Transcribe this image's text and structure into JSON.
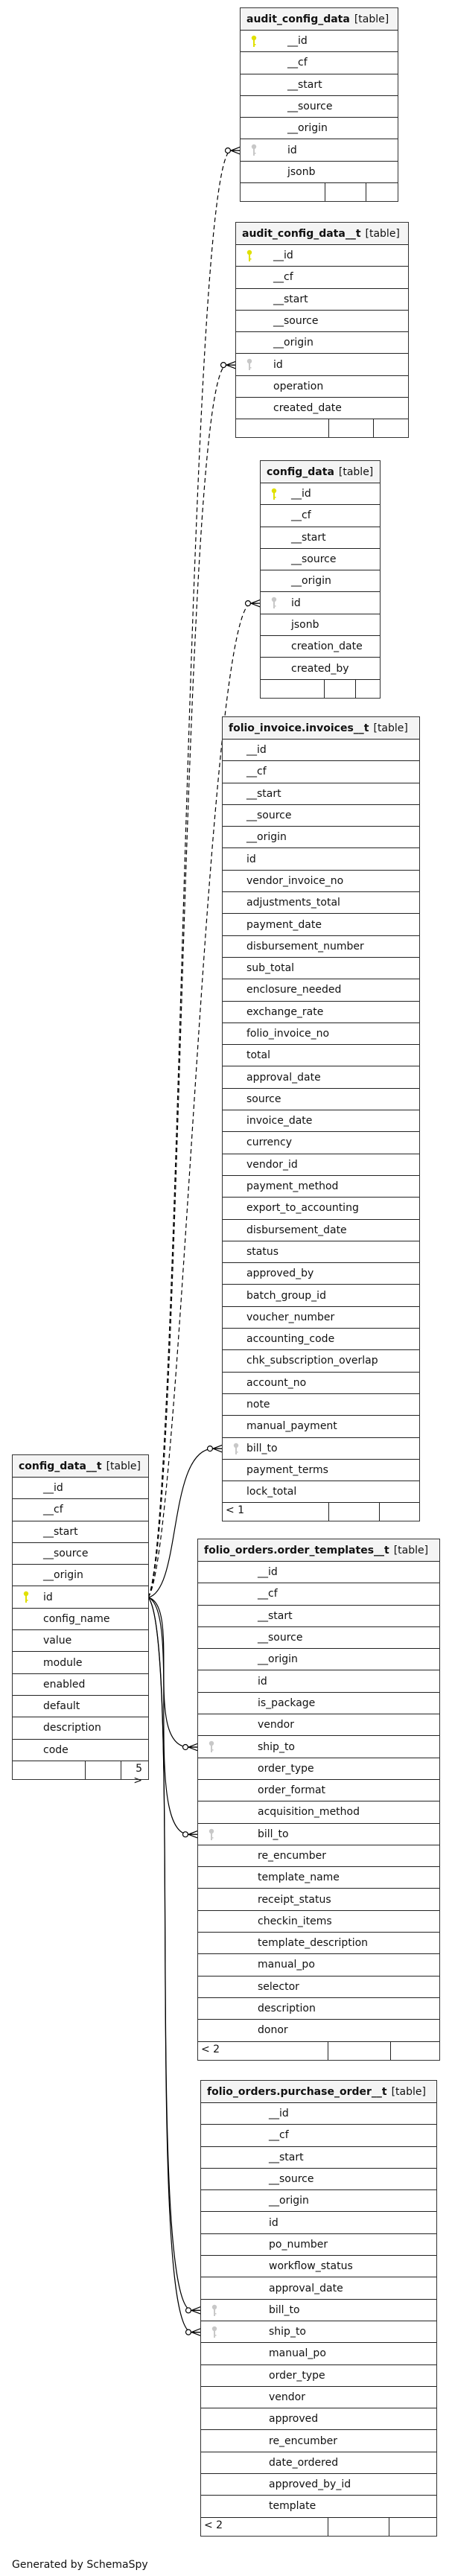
{
  "tables": [
    {
      "id": "t-audit",
      "name": "audit_config_data",
      "kind": "[table]",
      "columns": [
        {
          "name": "__id",
          "key": "pk"
        },
        {
          "name": "__cf"
        },
        {
          "name": "__start"
        },
        {
          "name": "__source"
        },
        {
          "name": "__origin"
        },
        {
          "name": "id",
          "key": "fk"
        },
        {
          "name": "jsonb"
        }
      ],
      "footer": [
        "",
        "",
        ""
      ]
    },
    {
      "id": "t-auditt",
      "name": "audit_config_data__t",
      "kind": "[table]",
      "columns": [
        {
          "name": "__id",
          "key": "pk"
        },
        {
          "name": "__cf"
        },
        {
          "name": "__start"
        },
        {
          "name": "__source"
        },
        {
          "name": "__origin"
        },
        {
          "name": "id",
          "key": "fk"
        },
        {
          "name": "operation"
        },
        {
          "name": "created_date"
        }
      ],
      "footer": [
        "",
        "",
        ""
      ]
    },
    {
      "id": "t-config",
      "name": "config_data",
      "kind": "[table]",
      "columns": [
        {
          "name": "__id",
          "key": "pk"
        },
        {
          "name": "__cf"
        },
        {
          "name": "__start"
        },
        {
          "name": "__source"
        },
        {
          "name": "__origin"
        },
        {
          "name": "id",
          "key": "fk"
        },
        {
          "name": "jsonb"
        },
        {
          "name": "creation_date"
        },
        {
          "name": "created_by"
        }
      ],
      "footer": [
        "",
        "",
        ""
      ]
    },
    {
      "id": "t-inv",
      "name": "folio_invoice.invoices__t",
      "kind": "[table]",
      "columns": [
        {
          "name": "__id"
        },
        {
          "name": "__cf"
        },
        {
          "name": "__start"
        },
        {
          "name": "__source"
        },
        {
          "name": "__origin"
        },
        {
          "name": "id"
        },
        {
          "name": "vendor_invoice_no"
        },
        {
          "name": "adjustments_total"
        },
        {
          "name": "payment_date"
        },
        {
          "name": "disbursement_number"
        },
        {
          "name": "sub_total"
        },
        {
          "name": "enclosure_needed"
        },
        {
          "name": "exchange_rate"
        },
        {
          "name": "folio_invoice_no"
        },
        {
          "name": "total"
        },
        {
          "name": "approval_date"
        },
        {
          "name": "source"
        },
        {
          "name": "invoice_date"
        },
        {
          "name": "currency"
        },
        {
          "name": "vendor_id"
        },
        {
          "name": "payment_method"
        },
        {
          "name": "export_to_accounting"
        },
        {
          "name": "disbursement_date"
        },
        {
          "name": "status"
        },
        {
          "name": "approved_by"
        },
        {
          "name": "batch_group_id"
        },
        {
          "name": "voucher_number"
        },
        {
          "name": "accounting_code"
        },
        {
          "name": "chk_subscription_overlap"
        },
        {
          "name": "account_no"
        },
        {
          "name": "note"
        },
        {
          "name": "manual_payment"
        },
        {
          "name": "bill_to",
          "key": "fk"
        },
        {
          "name": "payment_terms"
        },
        {
          "name": "lock_total"
        }
      ],
      "footer": [
        "< 1",
        "",
        ""
      ]
    },
    {
      "id": "t-configt",
      "name": "config_data__t",
      "kind": "[table]",
      "columns": [
        {
          "name": "__id"
        },
        {
          "name": "__cf"
        },
        {
          "name": "__start"
        },
        {
          "name": "__source"
        },
        {
          "name": "__origin"
        },
        {
          "name": "id",
          "key": "pk"
        },
        {
          "name": "config_name"
        },
        {
          "name": "value"
        },
        {
          "name": "module"
        },
        {
          "name": "enabled"
        },
        {
          "name": "default"
        },
        {
          "name": "description"
        },
        {
          "name": "code"
        }
      ],
      "footer": [
        "",
        "",
        "5 >"
      ]
    },
    {
      "id": "t-otpl",
      "name": "folio_orders.order_templates__t",
      "kind": "[table]",
      "columns": [
        {
          "name": "__id"
        },
        {
          "name": "__cf"
        },
        {
          "name": "__start"
        },
        {
          "name": "__source"
        },
        {
          "name": "__origin"
        },
        {
          "name": "id"
        },
        {
          "name": "is_package"
        },
        {
          "name": "vendor"
        },
        {
          "name": "ship_to",
          "key": "fk"
        },
        {
          "name": "order_type"
        },
        {
          "name": "order_format"
        },
        {
          "name": "acquisition_method"
        },
        {
          "name": "bill_to",
          "key": "fk"
        },
        {
          "name": "re_encumber"
        },
        {
          "name": "template_name"
        },
        {
          "name": "receipt_status"
        },
        {
          "name": "checkin_items"
        },
        {
          "name": "template_description"
        },
        {
          "name": "manual_po"
        },
        {
          "name": "selector"
        },
        {
          "name": "description"
        },
        {
          "name": "donor"
        }
      ],
      "footer": [
        "< 2",
        "",
        ""
      ]
    },
    {
      "id": "t-po",
      "name": "folio_orders.purchase_order__t",
      "kind": "[table]",
      "columns": [
        {
          "name": "__id"
        },
        {
          "name": "__cf"
        },
        {
          "name": "__start"
        },
        {
          "name": "__source"
        },
        {
          "name": "__origin"
        },
        {
          "name": "id"
        },
        {
          "name": "po_number"
        },
        {
          "name": "workflow_status"
        },
        {
          "name": "approval_date"
        },
        {
          "name": "bill_to",
          "key": "fk"
        },
        {
          "name": "ship_to",
          "key": "fk"
        },
        {
          "name": "manual_po"
        },
        {
          "name": "order_type"
        },
        {
          "name": "vendor"
        },
        {
          "name": "approved"
        },
        {
          "name": "re_encumber"
        },
        {
          "name": "date_ordered"
        },
        {
          "name": "approved_by_id"
        },
        {
          "name": "template"
        }
      ],
      "footer": [
        "< 2",
        "",
        ""
      ]
    }
  ],
  "relationships": [
    {
      "from": "config_data__t.id",
      "to": "audit_config_data.id",
      "style": "dashed"
    },
    {
      "from": "config_data__t.id",
      "to": "audit_config_data__t.id",
      "style": "dashed"
    },
    {
      "from": "config_data__t.id",
      "to": "config_data.id",
      "style": "dashed"
    },
    {
      "from": "config_data__t.id",
      "to": "folio_invoice.invoices__t.bill_to",
      "style": "solid"
    },
    {
      "from": "config_data__t.id",
      "to": "folio_orders.order_templates__t.ship_to",
      "style": "solid"
    },
    {
      "from": "config_data__t.id",
      "to": "folio_orders.order_templates__t.bill_to",
      "style": "solid"
    },
    {
      "from": "config_data__t.id",
      "to": "folio_orders.purchase_order__t.bill_to",
      "style": "solid"
    },
    {
      "from": "config_data__t.id",
      "to": "folio_orders.purchase_order__t.ship_to",
      "style": "solid"
    }
  ],
  "colors": {
    "pk_key": "#e0e000",
    "fk_key": "#c8c8c8",
    "header_bg": "#f4f4f4"
  },
  "footer_text": "Generated by SchemaSpy"
}
